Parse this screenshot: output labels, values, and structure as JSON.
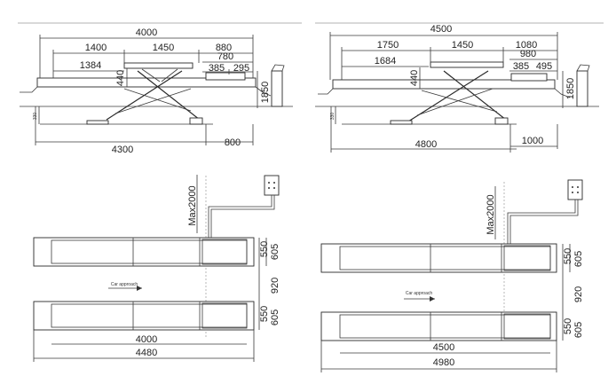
{
  "left": {
    "side": {
      "overall_top": "4000",
      "seg_a": "1400",
      "seg_b": "1450",
      "seg_c": "880",
      "inner_left": "1384",
      "inner_right_a": "780",
      "inner_right_b": "385",
      "inner_right_c": "295",
      "height_platform": "440",
      "height_total": "1850",
      "height_base": "330",
      "base_length": "4300",
      "offset": "800"
    },
    "plan": {
      "max_hose": "Max2000",
      "platform_width": "550",
      "platform_outer": "605",
      "gap": "920",
      "approach": "Car approach",
      "inner_length": "4000",
      "outer_length": "4480"
    }
  },
  "right": {
    "side": {
      "overall_top": "4500",
      "seg_a": "1750",
      "seg_b": "1450",
      "seg_c": "1080",
      "inner_left": "1684",
      "inner_right_a": "980",
      "inner_right_b": "385",
      "inner_right_c": "495",
      "height_platform": "440",
      "height_total": "1850",
      "height_base": "330",
      "base_length": "4800",
      "offset": "1000"
    },
    "plan": {
      "max_hose": "Max2000",
      "platform_width": "550",
      "platform_outer": "605",
      "gap": "920",
      "approach": "Car approach",
      "inner_length": "4500",
      "outer_length": "4980"
    }
  }
}
